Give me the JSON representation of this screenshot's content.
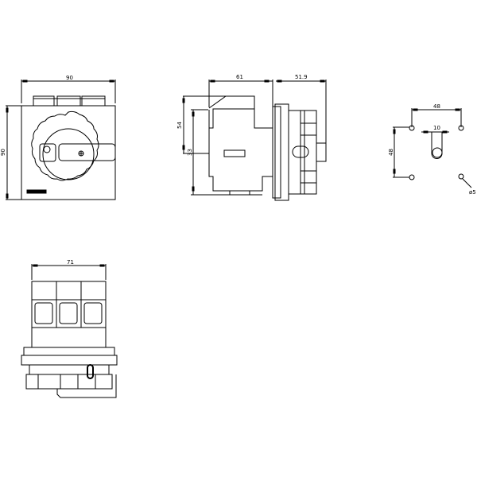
{
  "drawing": {
    "front_view": {
      "width_dim": "90",
      "height_dim": "90"
    },
    "side_view": {
      "depth_dim": "61",
      "front_depth_dim": "51.9",
      "upper_dim": "54",
      "lower_dim": "33"
    },
    "drill_pattern": {
      "horizontal_dim": "48",
      "vertical_dim": "48",
      "slot_dim": "10",
      "hole_dim": "ø5"
    },
    "top_view": {
      "width_dim": "71"
    }
  },
  "colors": {
    "line": "#000000",
    "background": "#ffffff"
  }
}
